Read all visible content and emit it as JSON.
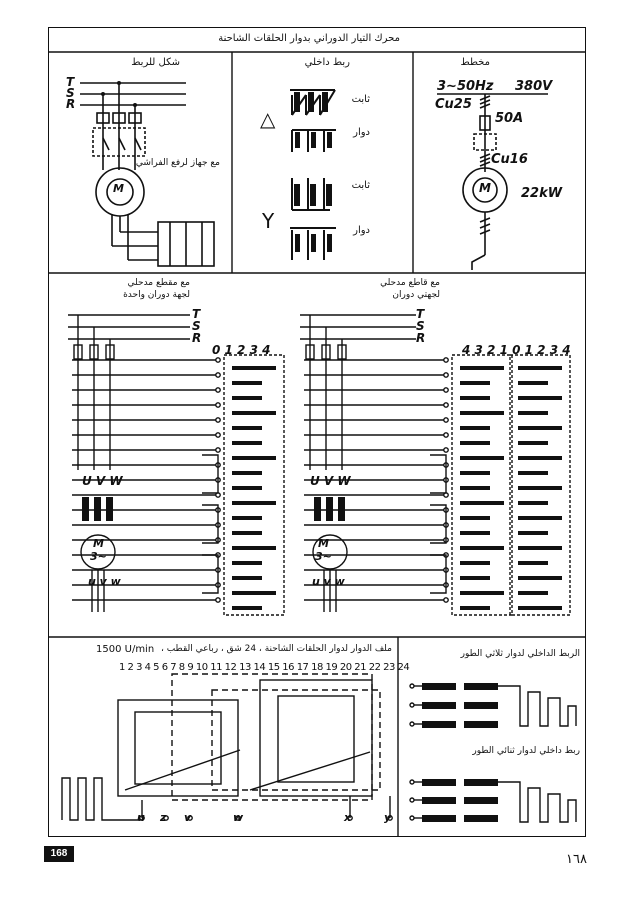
{
  "page": {
    "title": "محرك التيار الدوراني بدوار الحلقات الشاحنة",
    "page_number_latin": "168",
    "page_number_arabic": "١٦٨"
  },
  "panel_connection": {
    "heading": "شكل للربط",
    "phases": [
      "T",
      "S",
      "R"
    ],
    "motor_label": "M",
    "device_label": "مع جهاز لرفع الفراشي"
  },
  "panel_internal": {
    "heading": "ربط داخلي",
    "stator_label": "ثابت",
    "rotor_label": "دوار",
    "delta_symbol": "△",
    "star_symbol": "Y"
  },
  "panel_schematic": {
    "heading": "مخطط",
    "supply": "3∼50Hz",
    "voltage": "380V",
    "conductor_main": "Cu25",
    "fuse_rating": "50A",
    "conductor_motor": "Cu16",
    "motor_label": "M",
    "power": "22kW"
  },
  "panel_one_direction": {
    "heading_line1": "مع مقطع مدحلي",
    "heading_line2": "لجهة دوران واحدة",
    "phases": [
      "T",
      "S",
      "R"
    ],
    "positions": "0 1 2 3 4",
    "terminals": "U V W",
    "motor_label": "M",
    "motor_sub": "3∼",
    "rotor_terminals": "u v w"
  },
  "panel_two_direction": {
    "heading_line1": "مع قاطع مدحلي",
    "heading_line2": "لجهتي دوران",
    "phases": [
      "T",
      "S",
      "R"
    ],
    "positions": "4 3 2 1 0 1 2 3 4",
    "terminals": "U V W",
    "motor_label": "M",
    "motor_sub": "3∼",
    "rotor_terminals": "u v w"
  },
  "panel_winding": {
    "heading": "ملف الدوار لدوار الحلقات الشاحنة ، 24 شق ، رباعي القطب ،",
    "speed": "1500 U/min",
    "slots": "1 2 3 4 5 6 7 8 9 10 11 12 13 14 15 16 17 18 19 20 21 22 23 24",
    "terminal_labels": [
      "u",
      "z",
      "v",
      "w",
      "x",
      "y"
    ]
  },
  "panel_step": {
    "heading_three": "الربط الداخلي لدوار ثلاثي الطور",
    "heading_two": "ربط داخلي لدوار ثنائي الطور"
  }
}
